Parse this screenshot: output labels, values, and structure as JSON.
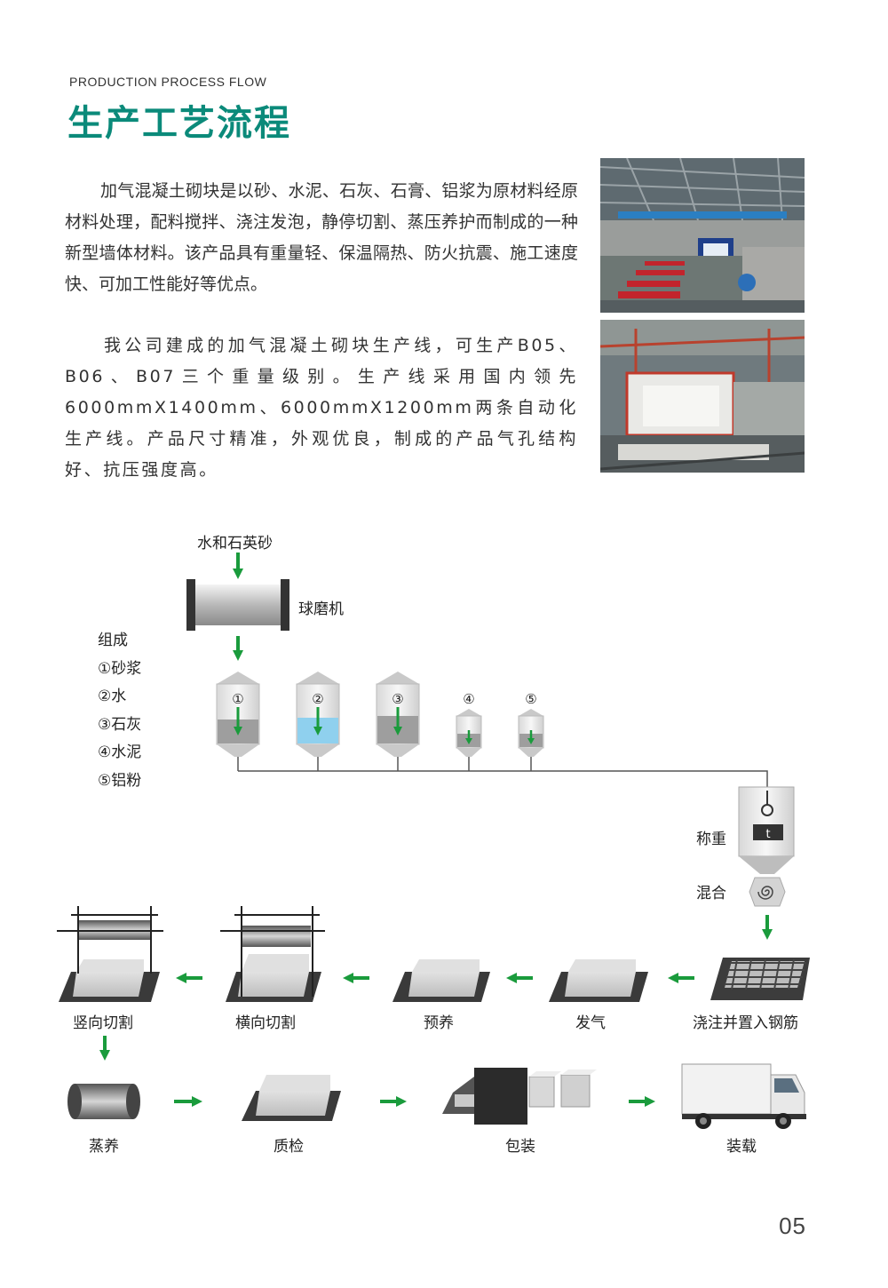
{
  "header": {
    "eyebrow": "PRODUCTION PROCESS FLOW",
    "title": "生产工艺流程"
  },
  "intro": {
    "paragraph1": "加气混凝土砌块是以砂、水泥、石灰、石膏、铝浆为原材料经原材料处理，配料搅拌、浇注发泡，静停切割、蒸压养护而制成的一种新型墙体材料。该产品具有重量轻、保温隔热、防火抗震、施工速度快、可加工性能好等优点。",
    "paragraph2": "我公司建成的加气混凝土砌块生产线，可生产B05、B06、B07三个重量级别。生产线采用国内领先6000mmX1400mm、6000mmX1200mm两条自动化生产线。产品尺寸精准，外观优良，制成的产品气孔结构好、抗压强度高。"
  },
  "flow": {
    "input": "水和石英砂",
    "ball_mill": "球磨机",
    "composition_title": "组成",
    "components": [
      "①砂浆",
      "②水",
      "③石灰",
      "④水泥",
      "⑤铝粉"
    ],
    "silo_numbers": [
      "①",
      "②",
      "③",
      "④",
      "⑤"
    ],
    "weigh": "称重",
    "weigh_unit": "t",
    "mix": "混合",
    "row1": [
      "浇注并置入钢筋",
      "发气",
      "预养",
      "横向切割",
      "竖向切割"
    ],
    "row2": [
      "蒸养",
      "质检",
      "包装",
      "装载"
    ]
  },
  "colors": {
    "title": "#0b8a7a",
    "arrow": "#1a9b3c",
    "water": "#8fd0ee"
  },
  "page_number": "05"
}
